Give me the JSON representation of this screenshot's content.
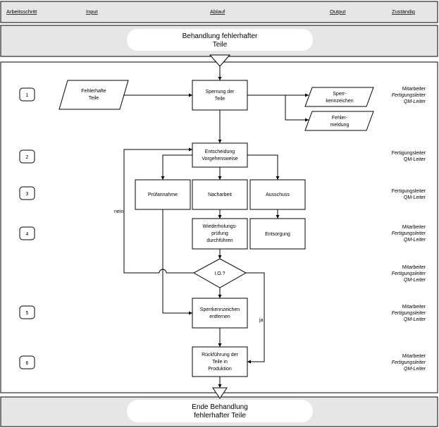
{
  "header": {
    "col_step": "Arbeitsschritt",
    "col_input": "Input",
    "col_process": "Ablauf",
    "col_output": "Output",
    "col_responsible": "Zuständig"
  },
  "start": {
    "line1": "Behandlung fehlerhafter",
    "line2": "Teile"
  },
  "end": {
    "line1": "Ende Behandlung",
    "line2": "fehlerhafter Teile"
  },
  "steps": [
    "1",
    "2",
    "3",
    "4",
    "5",
    "6"
  ],
  "input": {
    "line1": "Fehlerhafte",
    "line2": "Teile"
  },
  "process": {
    "sperrung": {
      "line1": "Sperrung der",
      "line2": "Teile"
    },
    "entscheidung": {
      "line1": "Entscheidung",
      "line2": "Vorgehensweise"
    },
    "pruefung": "Prüfannahme",
    "nacharbeit": "Nacharbeit",
    "ausschuss": "Ausschuss",
    "wiederholung": {
      "line1": "Wiederholungs-",
      "line2": "prüfung",
      "line3": "durchführen"
    },
    "entsorgung": "Entsorgung",
    "io": "I.O.?",
    "sperrkennzeichen": {
      "line1": "Sperrkennzeichen",
      "line2": "entfernen"
    },
    "rueckfuehrung": {
      "line1": "Rückführung der",
      "line2": "Teile in",
      "line3": "Produktion"
    }
  },
  "output": {
    "sperr": {
      "line1": "Sperr-",
      "line2": "kennzeichen"
    },
    "fehler": {
      "line1": "Fehler-",
      "line2": "meldung"
    }
  },
  "labels": {
    "nein": "nein",
    "ja": "ja"
  },
  "responsible": {
    "r1": {
      "line1": "Mitarbeiter",
      "line2": "Fertigungsleiter",
      "line3": "QM-Leiter"
    },
    "r2": {
      "line1": "Fertigungsleiter",
      "line2": "QM-Leiter"
    },
    "r3": {
      "line1": "Fertigungsleiter",
      "line2": "QM-Leiter"
    },
    "r4": {
      "line1": "Mitarbeiter",
      "line2": "Fertigungsleiter",
      "line3": "QM-Leiter"
    },
    "r5": {
      "line1": "Mitarbeiter",
      "line2": "Fertigungsleiter",
      "line3": "QM-Leiter"
    },
    "r6": {
      "line1": "Mitarbeiter",
      "line2": "Fertigungsleiter",
      "line3": "QM-Leiter"
    },
    "r7": {
      "line1": "Mitarbeiter",
      "line2": "Fertigungsleiter",
      "line3": "QM-Leiter"
    }
  },
  "colors": {
    "band": "#e6e6e6",
    "line": "#000000",
    "pill": "#ffffff"
  }
}
